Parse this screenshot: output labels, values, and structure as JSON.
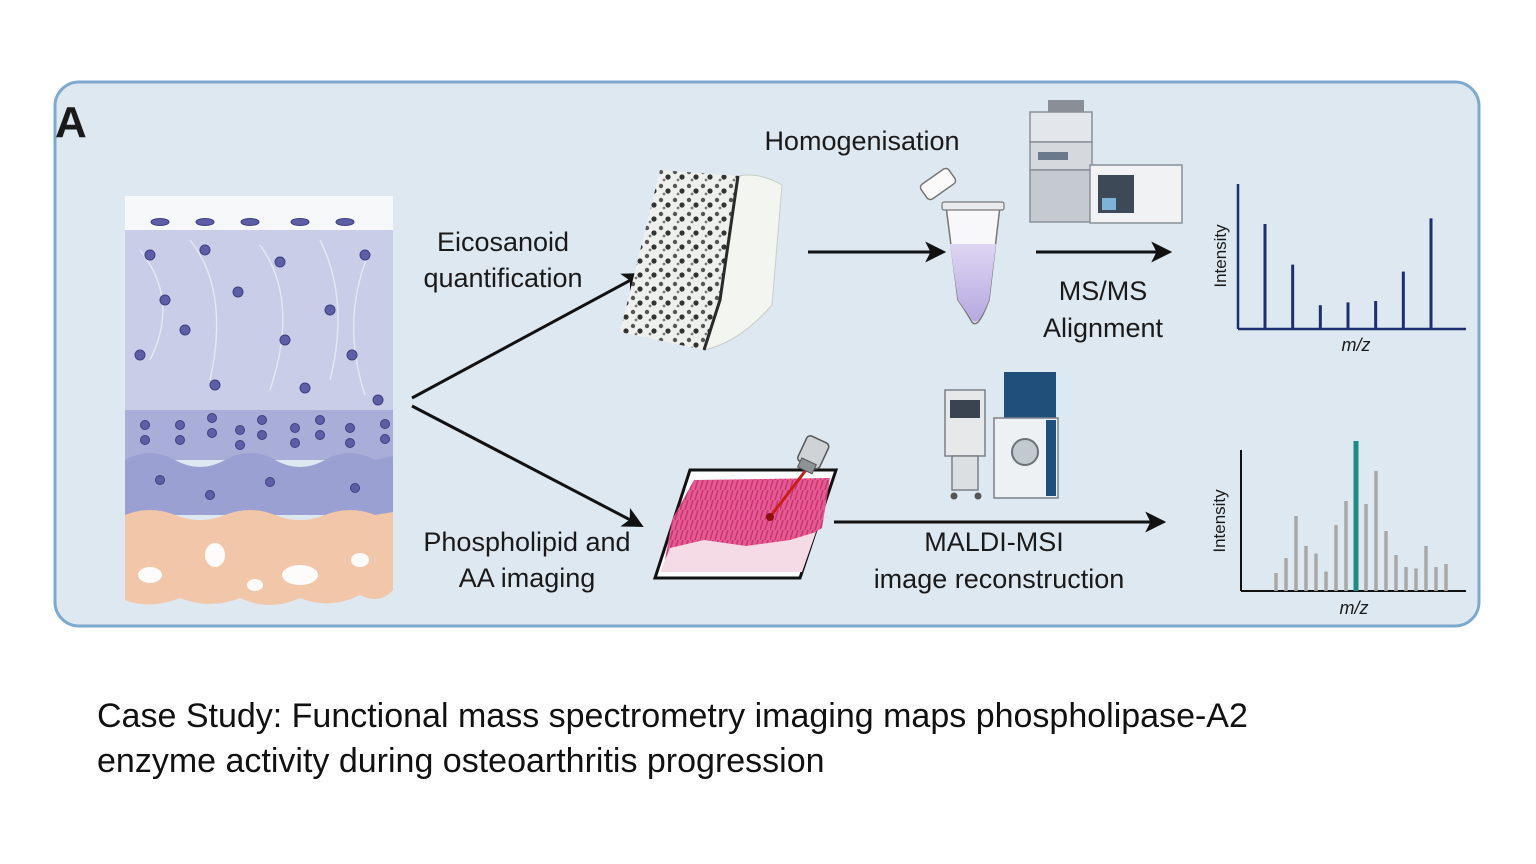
{
  "panel": {
    "letter": "A",
    "colors": {
      "background": "#dde8f1",
      "border": "#7ea9cf"
    }
  },
  "steps": {
    "eicosanoid": {
      "line1": "Eicosanoid",
      "line2": "quantification"
    },
    "phospholipid": {
      "line1": "Phospholipid and",
      "line2": "AA imaging"
    },
    "homogenisation": "Homogenisation",
    "msms": {
      "line1": "MS/MS",
      "line2": "Alignment"
    },
    "maldi": {
      "line1": "MALDI-MSI",
      "line2": "image reconstruction"
    }
  },
  "charts": {
    "top": {
      "ylabel": "Intensity",
      "xlabel": "m/z",
      "bars": [
        0.75,
        0.46,
        0.17,
        0.19,
        0.2,
        0.41,
        0.79
      ],
      "color": "#1d2f6f"
    },
    "bottom": {
      "ylabel": "Intensity",
      "xlabel": "m/z",
      "bars": [
        0.12,
        0.22,
        0.5,
        0.3,
        0.25,
        0.13,
        0.44,
        0.6,
        1.0,
        0.58,
        0.8,
        0.4,
        0.24,
        0.16,
        0.15,
        0.3,
        0.16,
        0.18
      ],
      "highlight_index": 8,
      "highlight_color": "#1e8c82",
      "color": "#a8a8a8"
    }
  },
  "caption": {
    "line1": "Case Study: Functional mass spectrometry imaging maps phospholipase-A2",
    "line2": "enzyme activity during osteoarthritis progression"
  }
}
